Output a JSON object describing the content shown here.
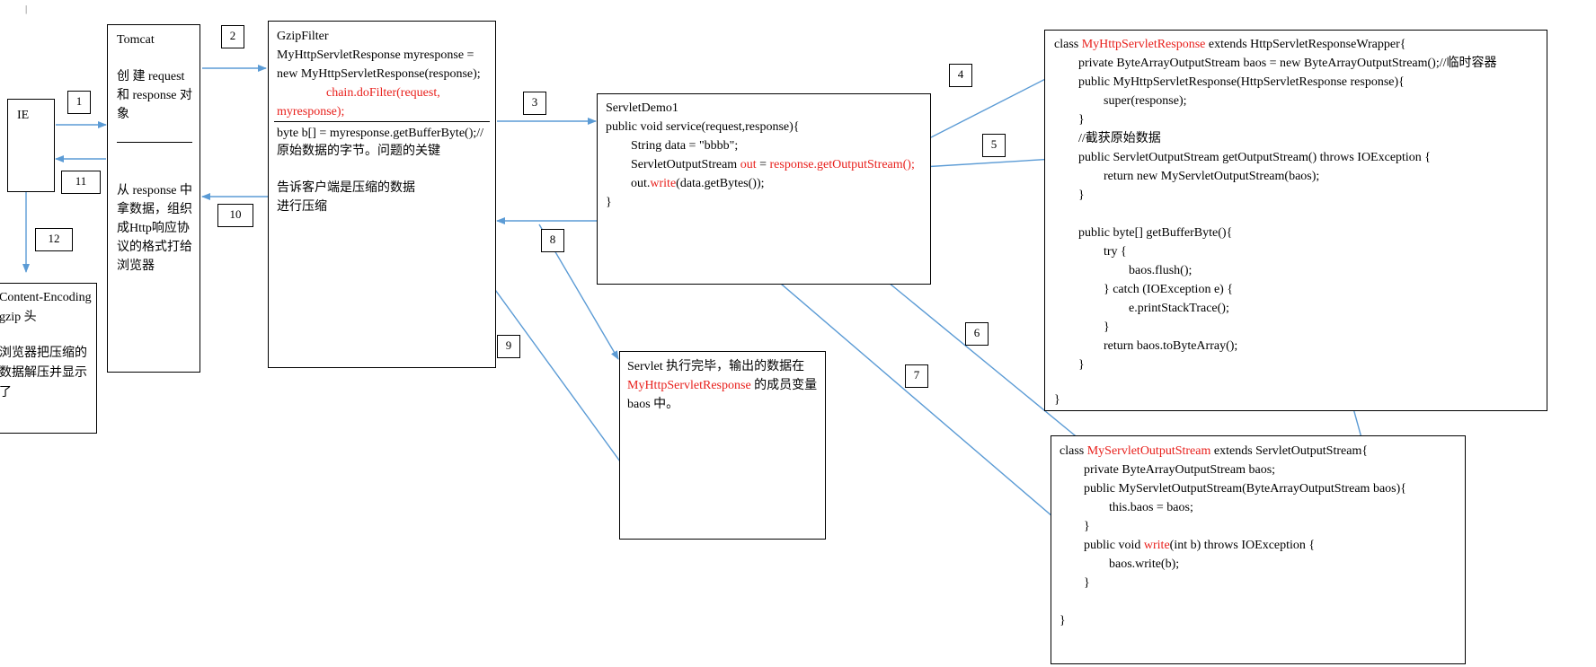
{
  "marks": {
    "cursor": "|",
    "para": "↵"
  },
  "ie": {
    "label": "IE"
  },
  "tomcat": {
    "title": "Tomcat",
    "line1": "创 建 request",
    "line2": "和 response 对",
    "line3": "象",
    "line4": "从 response 中",
    "line5": "拿数据，组织",
    "line6": "成Http响应协",
    "line7": "议的格式打给",
    "line8": "浏览器"
  },
  "browser_box": {
    "line1": "Content-Encoding",
    "line2": "gzip 头",
    "line3": "浏览器把压缩的",
    "line4": "数据解压并显示",
    "line5": "了"
  },
  "gzip": {
    "title": "GzipFilter",
    "line1": "MyHttpServletResponse    myresponse    =",
    "line2": "new MyHttpServletResponse(response);",
    "line3": "chain.doFilter(request,",
    "line4": "myresponse);",
    "line5": "byte b[] = myresponse.getBufferByte();//",
    "line6": "原始数据的字节。问题的关键",
    "line7": "告诉客户端是压缩的数据",
    "line8": "进行压缩"
  },
  "servlet": {
    "title": "ServletDemo1",
    "line1": "public void service(request,response){",
    "line2": "String data = \"bbbb\";",
    "line3a": "ServletOutputStream ",
    "line3b": "out",
    "line3c": " = ",
    "line3d": "response.getOutputStream();",
    "line4a": "out.",
    "line4b": "write",
    "line4c": "(data.getBytes());",
    "line5": "}"
  },
  "note": {
    "line1": "Servlet 执行完毕，输出的数据在",
    "line2a": "MyHttpServletResponse",
    "line2b": "  的成员变量",
    "line3": "baos 中。"
  },
  "wrapper": {
    "l1a": "class ",
    "l1b": "MyHttpServletResponse",
    "l1c": " extends HttpServletResponseWrapper{",
    "l2": "private ByteArrayOutputStream baos = new ByteArrayOutputStream();//临时容器",
    "l3": "public MyHttpServletResponse(HttpServletResponse response){",
    "l4": "super(response);",
    "l5": "}",
    "l6": "//截获原始数据",
    "l7": "public ServletOutputStream getOutputStream() throws IOException {",
    "l8": "return new MyServletOutputStream(baos);",
    "l9": "}",
    "l10": "",
    "l11": "public byte[] getBufferByte(){",
    "l12": "try {",
    "l13": "baos.flush();",
    "l14": "} catch (IOException e) {",
    "l15": "e.printStackTrace();",
    "l16": "}",
    "l17": "return baos.toByteArray();",
    "l18": "}",
    "l19": "",
    "l20": "}"
  },
  "outstream": {
    "l1a": "class ",
    "l1b": "MyServletOutputStream",
    "l1c": " extends ServletOutputStream{",
    "l2": "private ByteArrayOutputStream baos;",
    "l3": "public MyServletOutputStream(ByteArrayOutputStream baos){",
    "l4": "this.baos = baos;",
    "l5": "}",
    "l6a": "public void ",
    "l6b": "write",
    "l6c": "(int b) throws IOException {",
    "l7": "baos.write(b);",
    "l8": "}",
    "l9": "",
    "l10": "}"
  },
  "steps": [
    "1",
    "2",
    "3",
    "4",
    "5",
    "6",
    "7",
    "8",
    "9",
    "10",
    "11",
    "12"
  ],
  "colors": {
    "arrow": "#5b9bd5",
    "highlight": "#e8201c"
  }
}
